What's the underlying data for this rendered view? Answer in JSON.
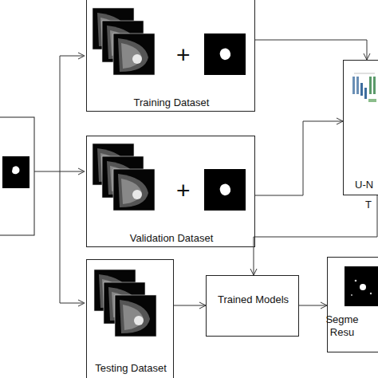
{
  "diagram": {
    "nodes": [
      {
        "text": [
          "Training Dataset"
        ]
      },
      {
        "text": [
          "Validation Dataset"
        ]
      },
      {
        "text": [
          "U-N"
        ]
      },
      {
        "text": [
          "Testing Dataset"
        ]
      },
      {
        "text": [
          "Trained Models"
        ]
      },
      {
        "text": [
          "Segme Resu"
        ]
      }
    ],
    "edges": [
      {
        "from": 0,
        "to": 2,
        "arrow": "to"
      },
      {
        "from": 1,
        "to": 2,
        "arrow": "to"
      },
      {
        "from": 2,
        "to": 4,
        "arrow": "to"
      },
      {
        "from": 3,
        "to": 4,
        "arrow": "to"
      },
      {
        "from": 4,
        "to": 5,
        "arrow": "to"
      }
    ],
    "labels": [
      "+",
      "+",
      "T"
    ]
  }
}
